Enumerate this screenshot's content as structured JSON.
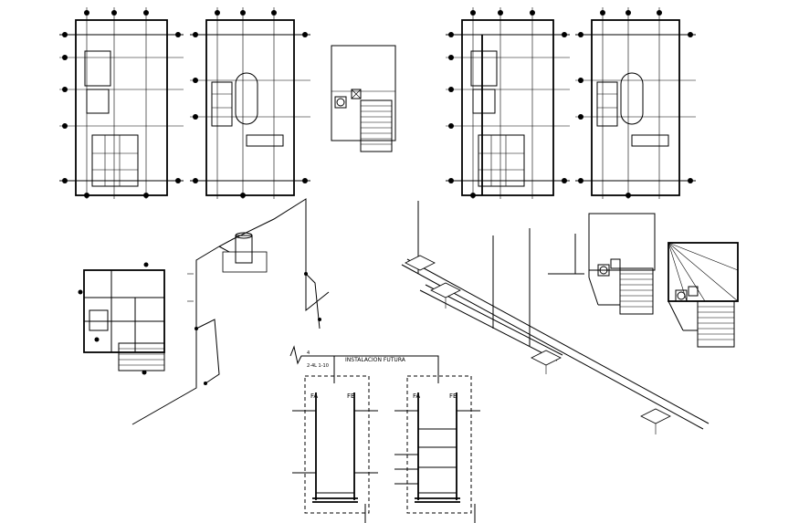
{
  "colors": {
    "background": "#ffffff",
    "ink": "#000000"
  },
  "diagram": {
    "installation_label": "INSTALACION FUTURA",
    "feeder_label": "4",
    "feeder_sublabel": "2-4L 1-10",
    "panel_left": {
      "phase_a": "FA",
      "phase_b": "FB"
    },
    "panel_right": {
      "phase_a": "FA",
      "phase_b": "FB"
    }
  }
}
